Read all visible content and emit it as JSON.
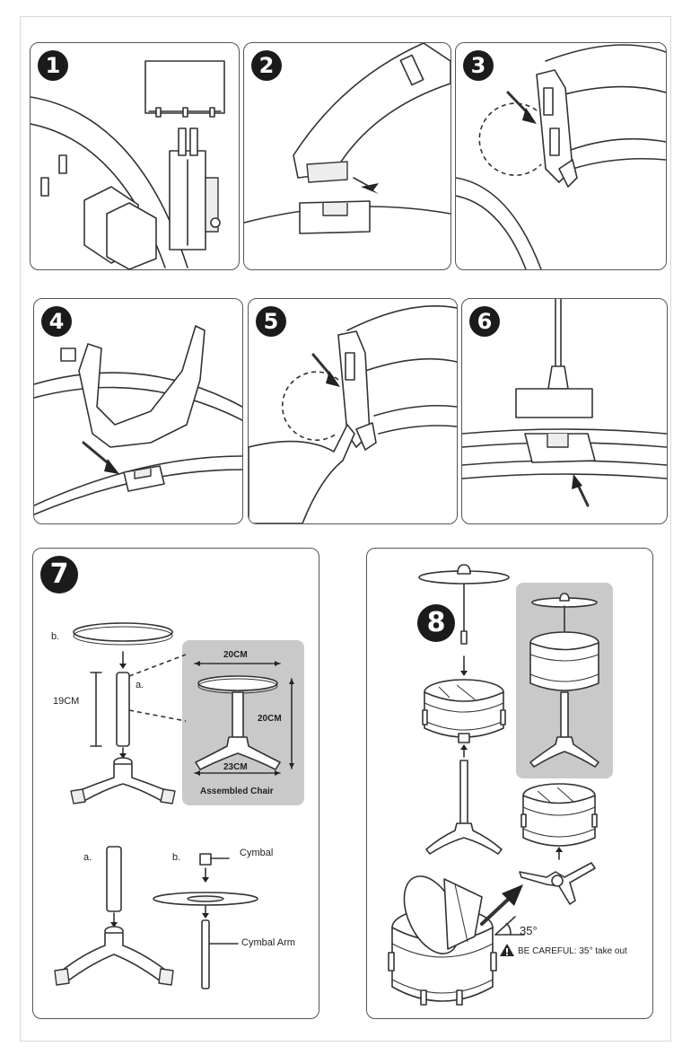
{
  "steps": {
    "s1": "1",
    "s2": "2",
    "s3": "3",
    "s4": "4",
    "s5": "5",
    "s6": "6",
    "s7": "7",
    "s8": "8"
  },
  "step7": {
    "label_b_top": "b.",
    "label_a_top": "a.",
    "height_label": "19CM",
    "assembled": {
      "top_width": "20CM",
      "height": "20CM",
      "base_width": "23CM",
      "caption": "Assembled Chair"
    },
    "label_a_bottom": "a.",
    "label_b_bottom": "b.",
    "cymbal": "Cymbal",
    "cymbal_arm": "Cymbal Arm"
  },
  "step8": {
    "angle": "35°",
    "warning": "BE CAREFUL: 35° take out"
  },
  "icons": [
    "warning-triangle-icon",
    "arrow-icon"
  ]
}
